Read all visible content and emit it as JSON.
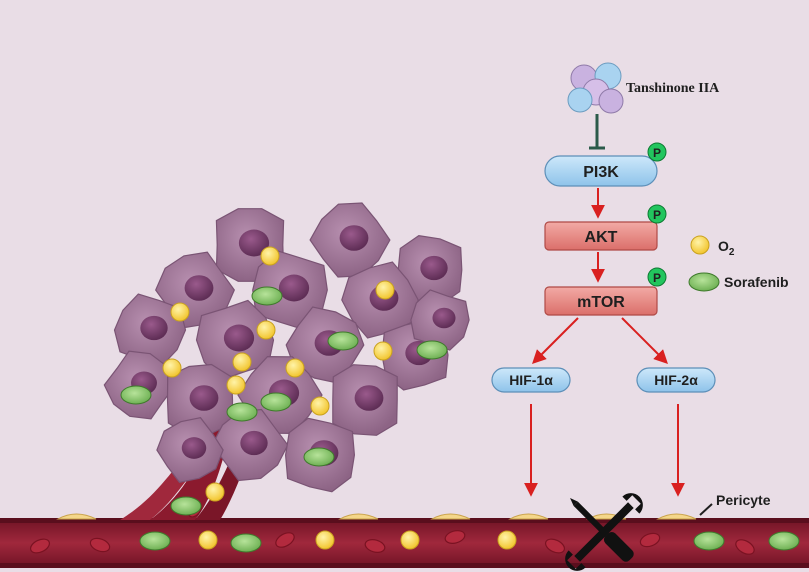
{
  "drug": {
    "label": "Tanshinone IIA"
  },
  "pathway": {
    "pi3k": "PI3K",
    "akt": "AKT",
    "mtor": "mTOR",
    "hif1": "HIF-1α",
    "hif2": "HIF-2α",
    "phospho": "P"
  },
  "legend": {
    "o2_main": "O",
    "o2_sub": "2",
    "sorafenib": "Sorafenib"
  },
  "vessel": {
    "pericyte": "Pericyte"
  },
  "colors": {
    "background": "#e9dde6",
    "pi3k_fill": "#a9d3f0",
    "akt_fill": "#e58a85",
    "hif_fill": "#a9d3f0",
    "phospho_green": "#22c55e",
    "o2_yellow": "#f7d54a",
    "sorafenib_green": "#8bc96b",
    "vessel_red": "#8b1a2e",
    "tumor_purple": "#a2789a",
    "arrow_red": "#d92020"
  }
}
